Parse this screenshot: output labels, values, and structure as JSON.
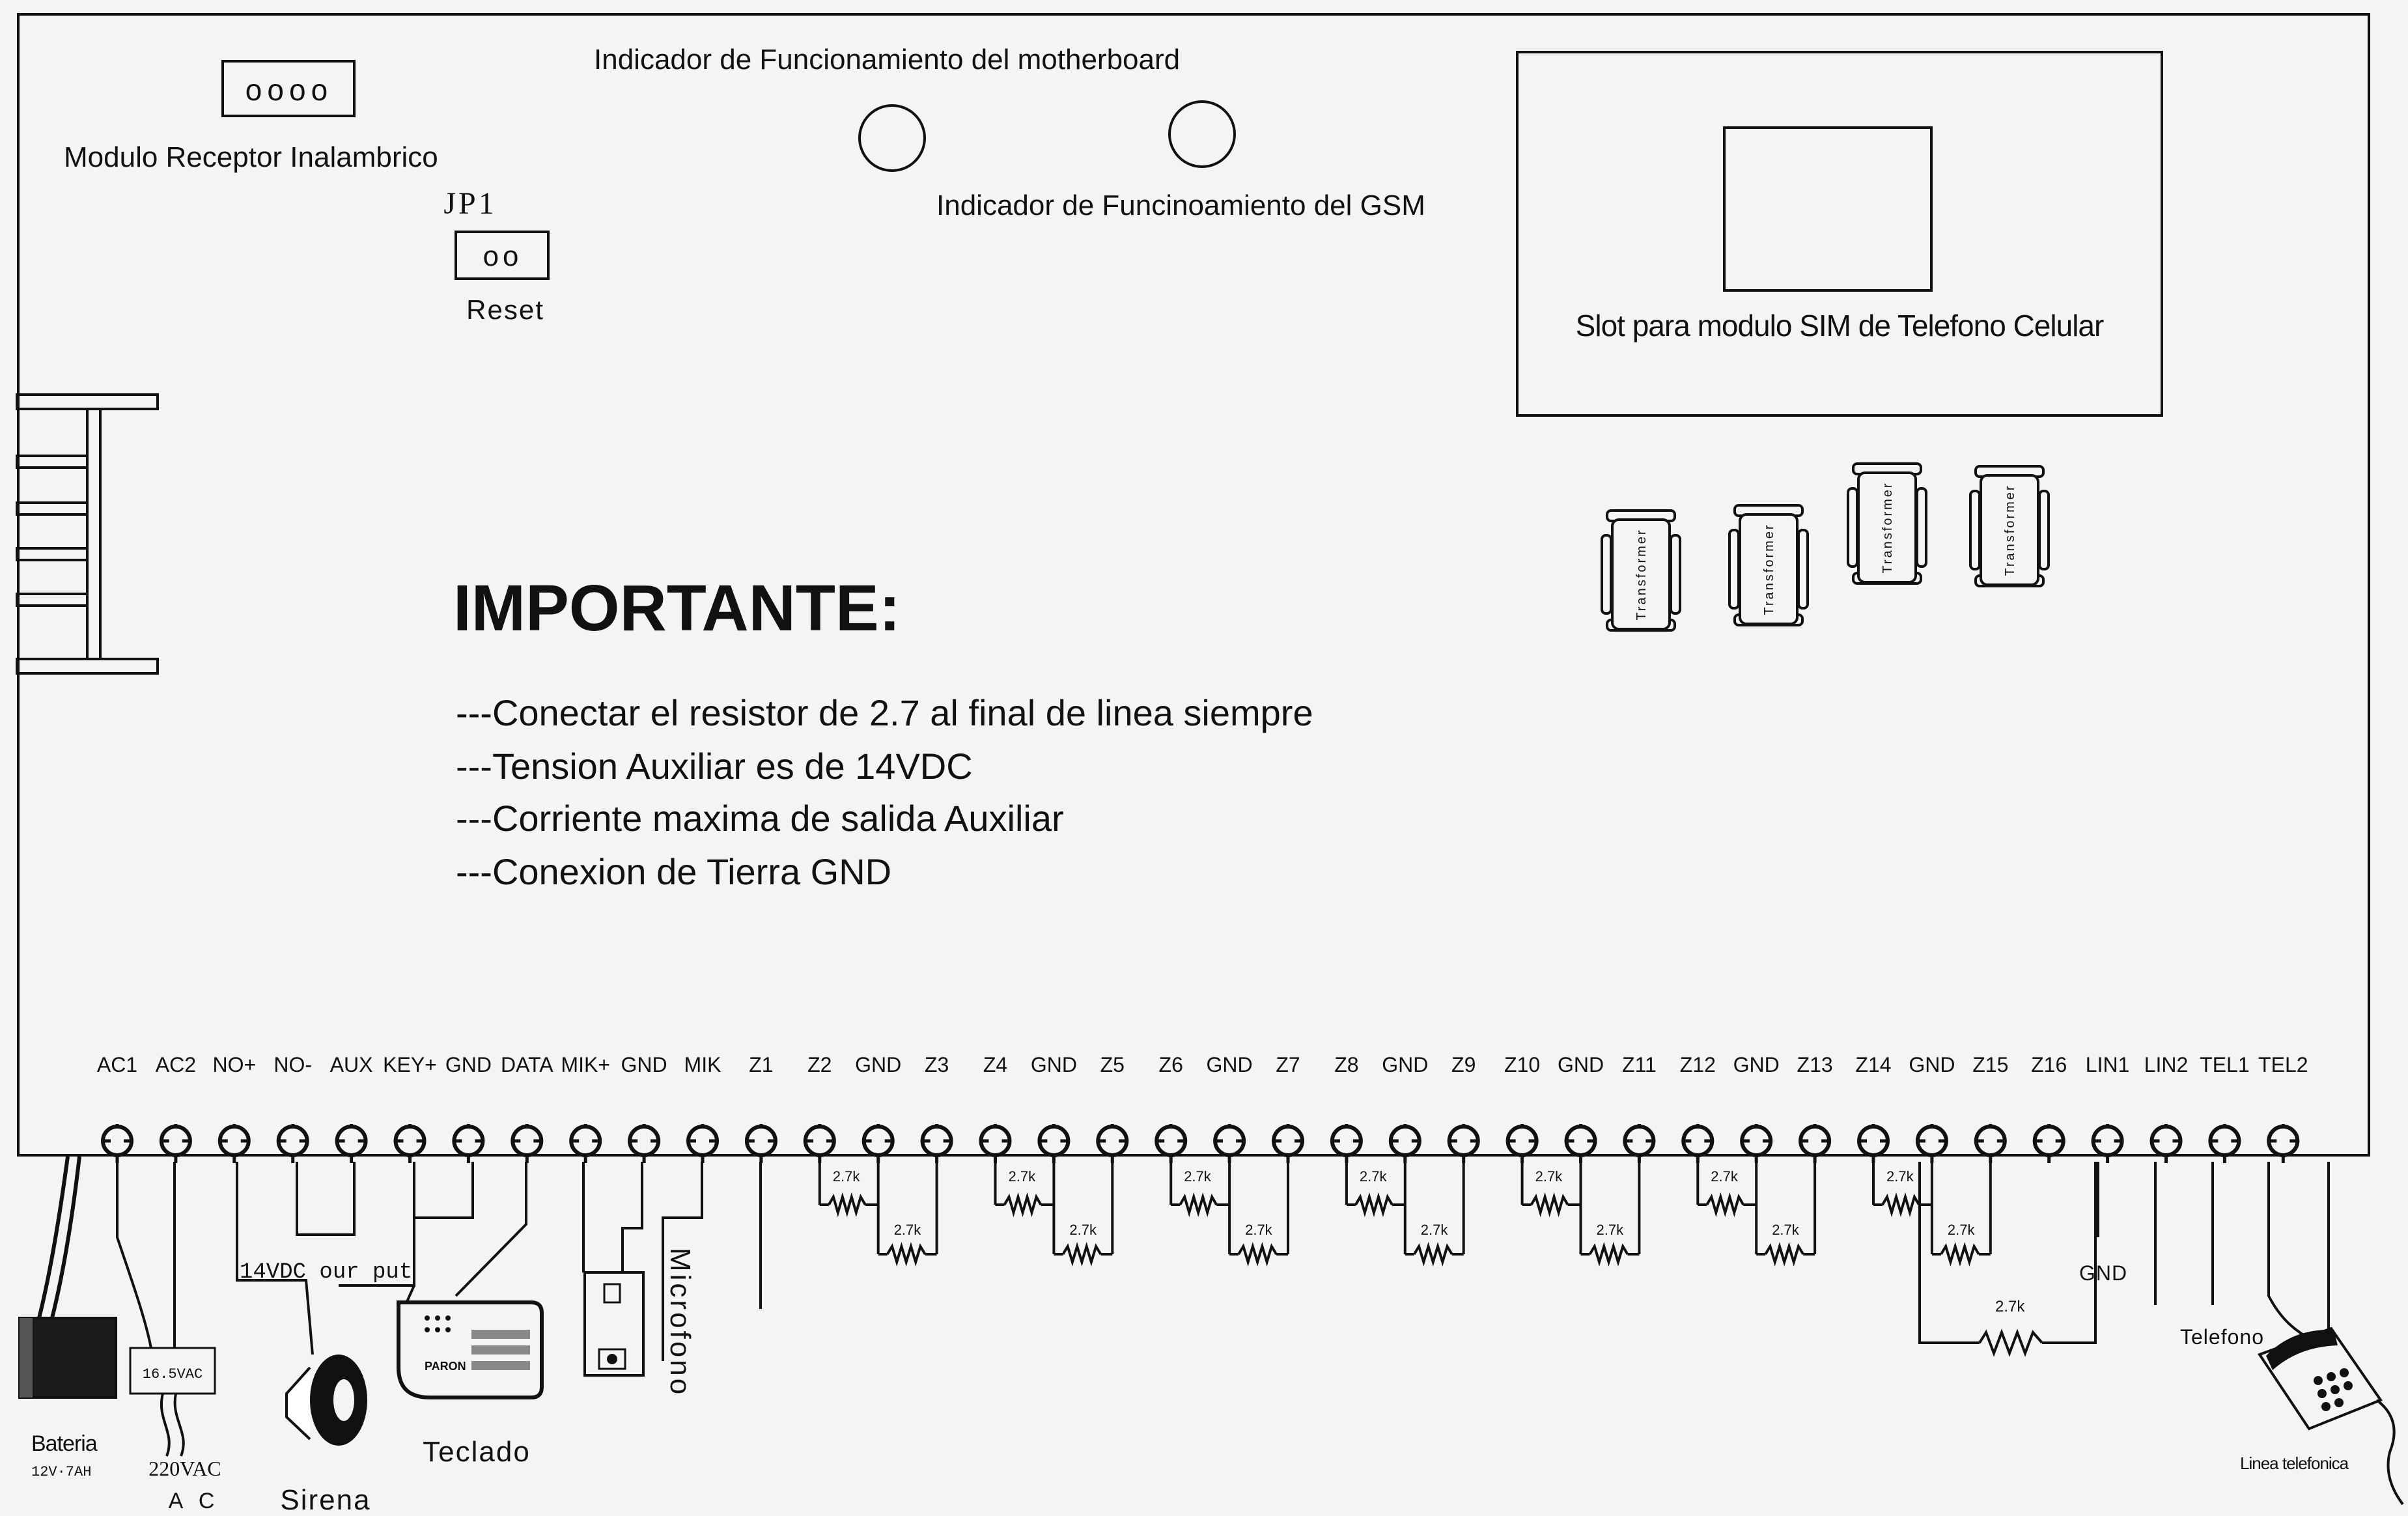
{
  "board": {
    "wireless_receiver": {
      "pins": "oooo",
      "label": "Modulo Receptor Inalambrico"
    },
    "jumper": {
      "name": "JP1",
      "pins": "oo",
      "label": "Reset"
    },
    "leds": {
      "motherboard_label": "Indicador de Funcionamiento del motherboard",
      "gsm_label": "Indicador de Funcinoamiento del GSM"
    },
    "sim_slot_label": "Slot para modulo SIM de Telefono Celular",
    "transformer_label": "Transformer"
  },
  "notes": {
    "heading": "IMPORTANTE:",
    "items": [
      "---Conectar el resistor de 2.7 al final de linea siempre",
      "---Tension Auxiliar es de 14VDC",
      "---Corriente maxima de salida Auxiliar",
      "---Conexion de Tierra GND"
    ]
  },
  "terminals": [
    "AC1",
    "AC2",
    "NO+",
    "NO-",
    "AUX",
    "KEY+",
    "GND",
    "DATA",
    "MIK+",
    "GND",
    "MIK",
    "Z1",
    "Z2",
    "GND",
    "Z3",
    "Z4",
    "GND",
    "Z5",
    "Z6",
    "GND",
    "Z7",
    "Z8",
    "GND",
    "Z9",
    "Z10",
    "GND",
    "Z11",
    "Z12",
    "GND",
    "Z13",
    "Z14",
    "GND",
    "Z15",
    "Z16",
    "LIN1",
    "LIN2",
    "TEL1",
    "TEL2"
  ],
  "resistor_value": "2.7k",
  "peripherals": {
    "battery_label": "Bateria",
    "battery_spec": "12V·7AH",
    "ac_transformer_label": "16.5VAC",
    "mains_label": "220VAC",
    "ac_label": "A C",
    "output_label": "14VDC our put",
    "siren_label": "Sirena",
    "keypad_label": "Teclado",
    "keypad_brand": "PARON",
    "microphone_label": "Microfono",
    "gnd_label": "GND",
    "phone_label": "Telefono",
    "phone_line_label": "Linea telefonica"
  }
}
